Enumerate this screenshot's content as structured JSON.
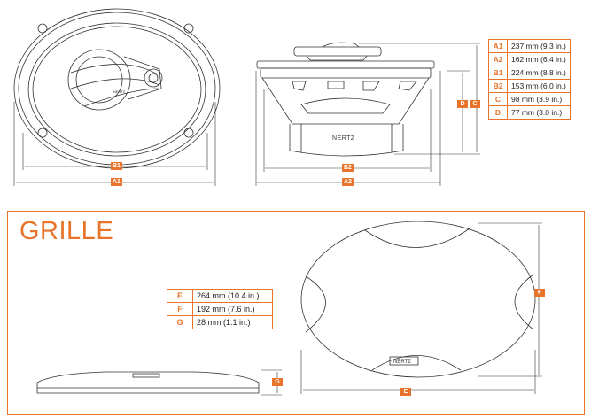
{
  "speaker": {
    "brand": "NERTZ",
    "labels": {
      "a1": "A1",
      "b1": "B1",
      "a2": "A2",
      "b2": "B2",
      "c": "C",
      "d": "D"
    },
    "dimensions": [
      {
        "key": "A1",
        "value": "237 mm (9.3 in.)"
      },
      {
        "key": "A2",
        "value": "162 mm (6.4 in.)"
      },
      {
        "key": "B1",
        "value": "224 mm (8.8 in.)"
      },
      {
        "key": "B2",
        "value": "153 mm (6.0 in.)"
      },
      {
        "key": "C",
        "value": "98 mm (3.9 in.)"
      },
      {
        "key": "D",
        "value": "77 mm (3.0 in.)"
      }
    ]
  },
  "grille": {
    "title": "GRILLE",
    "brand": "NERTZ",
    "labels": {
      "e": "E",
      "f": "F",
      "g": "G"
    },
    "dimensions": [
      {
        "key": "E",
        "value": "264 mm (10.4 in.)"
      },
      {
        "key": "F",
        "value": "192 mm (7.6 in.)"
      },
      {
        "key": "G",
        "value": "28 mm (1.1 in.)"
      }
    ]
  },
  "colors": {
    "accent": "#e8732a",
    "line": "#333333"
  }
}
